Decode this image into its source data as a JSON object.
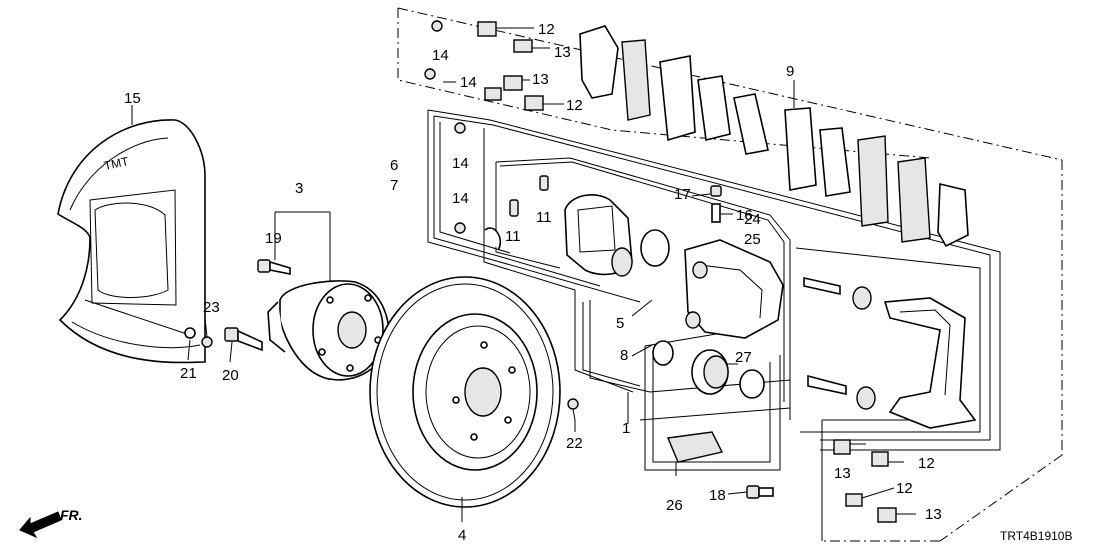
{
  "diagram_code": "TRT4B1910B",
  "direction_label": "FR.",
  "callouts": {
    "c1": "1",
    "c3": "3",
    "c4": "4",
    "c5": "5",
    "c6": "6",
    "c7": "7",
    "c8": "8",
    "c9": "9",
    "c11a": "11",
    "c11b": "11",
    "c12a": "12",
    "c12b": "12",
    "c12c": "12",
    "c12d": "12",
    "c13a": "13",
    "c13b": "13",
    "c13c": "13",
    "c13d": "13",
    "c14a": "14",
    "c14b": "14",
    "c14c": "14",
    "c14d": "14",
    "c15": "15",
    "c16": "16",
    "c17": "17",
    "c18": "18",
    "c19": "19",
    "c20": "20",
    "c21": "21",
    "c22": "22",
    "c23": "23",
    "c24": "24",
    "c25": "25",
    "c26": "26",
    "c27": "27"
  },
  "shield_stamp": "TMT"
}
